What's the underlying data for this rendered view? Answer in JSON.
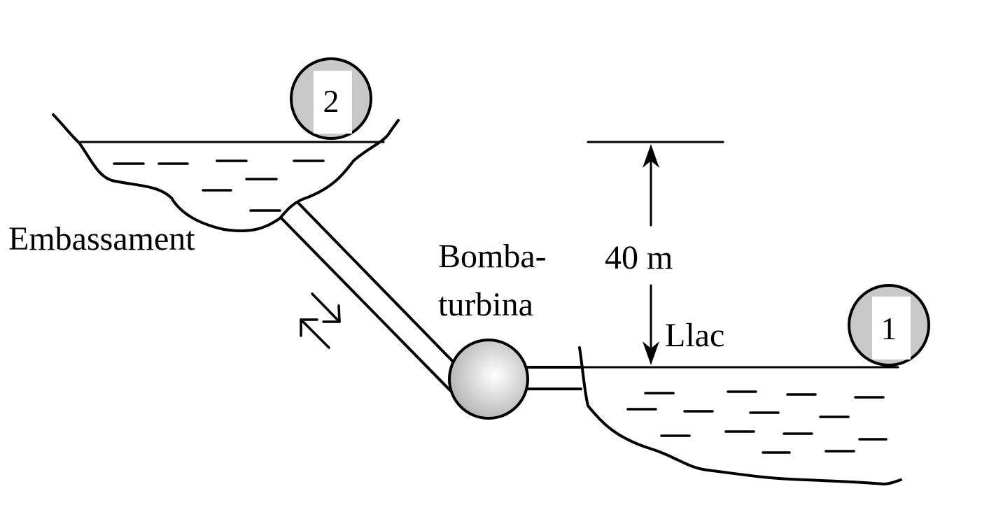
{
  "labels": {
    "reservoir": "Embassament",
    "pump_line1": "Bomba-",
    "pump_line2": "turbina",
    "height": "40 m",
    "lake": "Llac",
    "point_upper": "2",
    "point_lower": "1"
  },
  "colors": {
    "ink": "#000000",
    "marker_fill": "#c8c8c8",
    "marker_inner": "#ffffff"
  },
  "icons": {
    "flow_direction": "bidirectional-arrows-icon",
    "height_dimension": "dimension-arrow-icon"
  }
}
